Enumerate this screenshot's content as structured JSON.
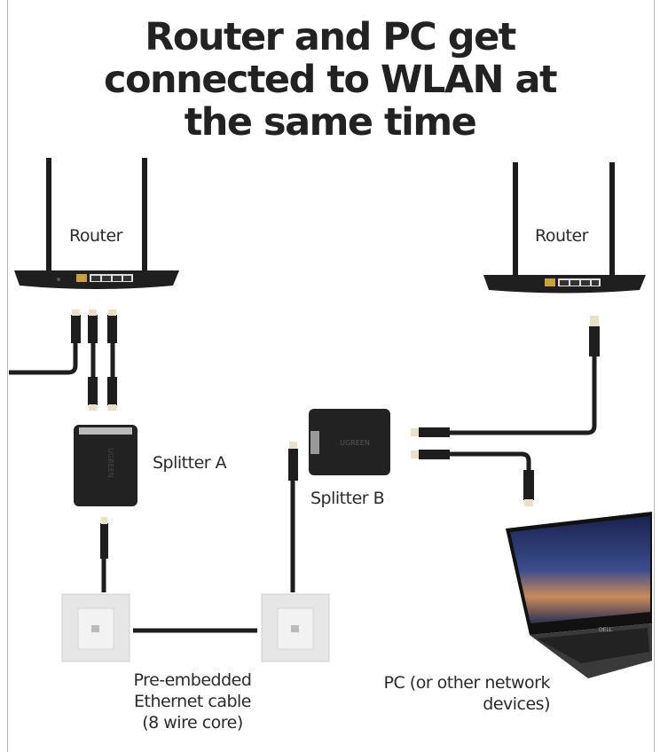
{
  "title": {
    "line1": "Router and PC get",
    "line2": "connected to WLAN at",
    "line3": "the same time"
  },
  "labels": {
    "router_left": "Router",
    "router_right": "Router",
    "splitter_a": "Splitter A",
    "splitter_b": "Splitter B",
    "cable_line1": "Pre-embedded",
    "cable_line2": "Ethernet cable",
    "cable_line3": "(8 wire core)",
    "pc_line1": "PC (or other network",
    "pc_line2": "devices)"
  },
  "brands": {
    "splitter": "UGREEN",
    "laptop": "DELL"
  },
  "colors": {
    "device": "#1f1f1f",
    "wan_port": "#c8a040",
    "plate": "#e8e8e8"
  }
}
